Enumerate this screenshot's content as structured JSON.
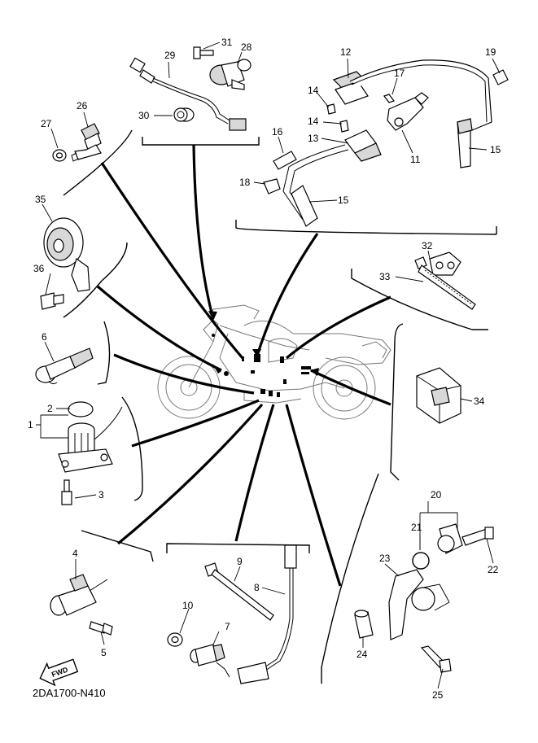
{
  "diagram_code": "2DA1700-N410",
  "fwd_label": "FWD",
  "callouts": [
    "1",
    "2",
    "3",
    "4",
    "5",
    "6",
    "7",
    "8",
    "9",
    "10",
    "11",
    "12",
    "13",
    "14",
    "14",
    "15",
    "15",
    "16",
    "17",
    "18",
    "19",
    "20",
    "21",
    "22",
    "23",
    "24",
    "25",
    "26",
    "27",
    "28",
    "29",
    "30",
    "31",
    "32",
    "33",
    "34",
    "35",
    "36"
  ],
  "icons": {
    "fwd_arrow": "fwd-arrow-icon",
    "motorcycle": "motorcycle-silhouette-icon"
  }
}
